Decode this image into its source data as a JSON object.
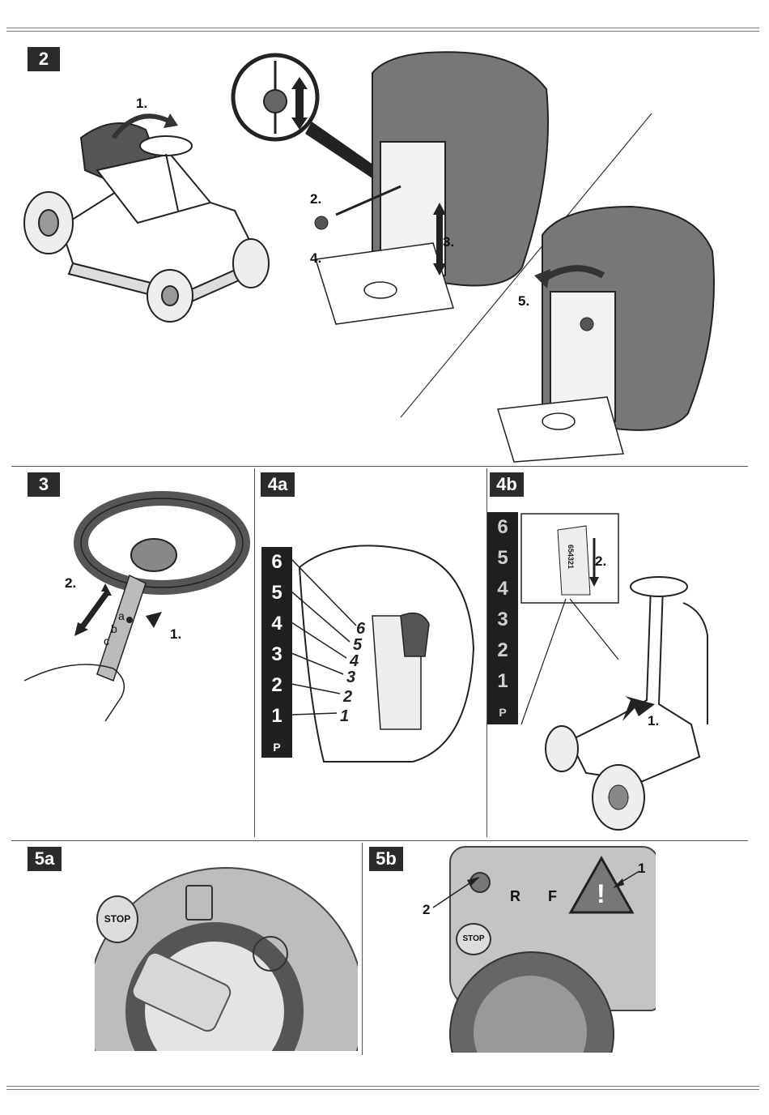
{
  "panels": {
    "p2": {
      "label": "2",
      "steps": [
        "1.",
        "2.",
        "3.",
        "4.",
        "5."
      ]
    },
    "p3": {
      "label": "3",
      "steps": [
        "2.",
        "1."
      ],
      "holes": [
        "a",
        "b",
        "c"
      ]
    },
    "p4a": {
      "label": "4a",
      "scale": [
        "6",
        "5",
        "4",
        "3",
        "2",
        "1"
      ],
      "park": "P"
    },
    "p4b": {
      "label": "4b",
      "scale": [
        "6",
        "5",
        "4",
        "3",
        "2",
        "1"
      ],
      "park": "P",
      "steps": [
        "2.",
        "1."
      ],
      "detail_scale": "654321"
    },
    "p5a": {
      "label": "5a",
      "stop": "STOP"
    },
    "p5b": {
      "label": "5b",
      "callouts": [
        "1",
        "2"
      ],
      "stop": "STOP",
      "rf": [
        "R",
        "F"
      ]
    }
  },
  "colors": {
    "label_bg": "#2b2b2b",
    "seat": "#6e6e6e",
    "panel_gray": "#b8b8b8"
  }
}
